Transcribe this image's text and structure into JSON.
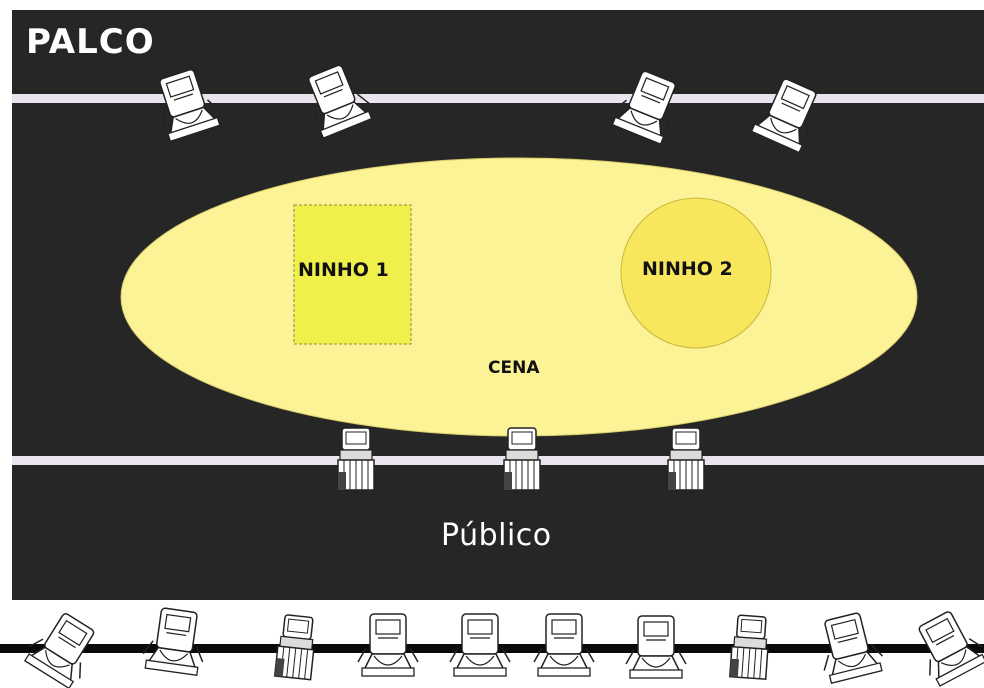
{
  "labels": {
    "stage": "PALCO",
    "audience": "Público",
    "scene": "CENA",
    "nest1": "NINHO 1",
    "nest2": "NINHO 2"
  },
  "colors": {
    "stage_bg": "#262626",
    "rail": "#eae4ee",
    "scene_fill": "#fcf296",
    "nest1_fill": "#eff04a",
    "nest2_fill": "#f8e65c",
    "floor_rail": "#0a0a0a"
  },
  "icons": {
    "fresnel": "fresnel-spotlight-icon",
    "par": "par-can-light-icon"
  }
}
